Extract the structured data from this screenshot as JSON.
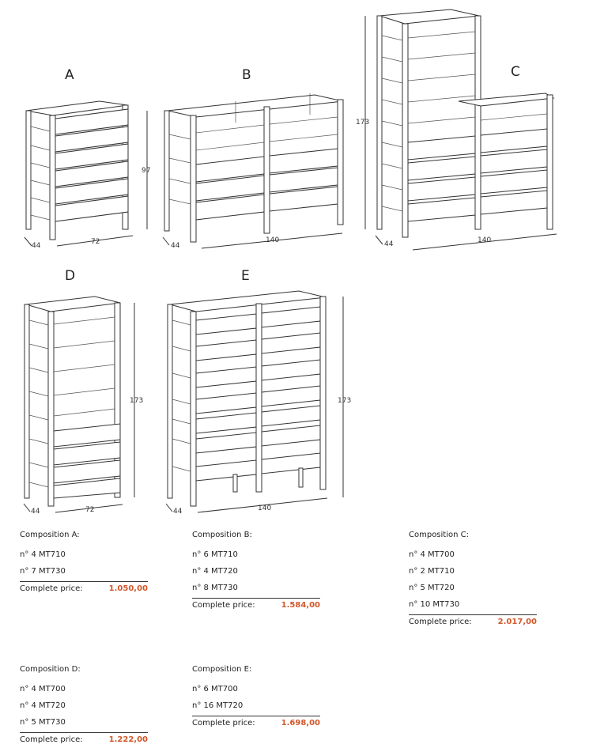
{
  "figures": {
    "A": {
      "letter": "A",
      "depth": "44",
      "width": "72"
    },
    "B": {
      "letter": "B",
      "depth": "44",
      "width": "140",
      "height": "97"
    },
    "C": {
      "letter": "C",
      "depth": "44",
      "width": "140",
      "height": "173"
    },
    "D": {
      "letter": "D",
      "depth": "44",
      "width": "72",
      "height": "173"
    },
    "E": {
      "letter": "E",
      "depth": "44",
      "width": "140",
      "height": "173"
    }
  },
  "compositions": [
    {
      "title": "Composition A:",
      "items": [
        "n° 4 MT710",
        "n° 7 MT730"
      ],
      "price_label": "Complete price:",
      "price": "1.050,00"
    },
    {
      "title": "Composition B:",
      "items": [
        "n° 6 MT710",
        "n° 4 MT720",
        "n° 8 MT730"
      ],
      "price_label": "Complete price:",
      "price": "1.584,00"
    },
    {
      "title": "Composition C:",
      "items": [
        "n° 4 MT700",
        "n° 2 MT710",
        "n° 5 MT720",
        "n° 10 MT730"
      ],
      "price_label": "Complete price:",
      "price": "2.017,00"
    },
    {
      "title": "Composition D:",
      "items": [
        "n° 4 MT700",
        "n° 4 MT720",
        "n° 5 MT730"
      ],
      "price_label": "Complete price:",
      "price": "1.222,00"
    },
    {
      "title": "Composition E:",
      "items": [
        "n° 6 MT700",
        "n° 16 MT720"
      ],
      "price_label": "Complete price:",
      "price": "1.698,00"
    }
  ],
  "colors": {
    "price": "#d2572a",
    "lines": "#333333"
  }
}
